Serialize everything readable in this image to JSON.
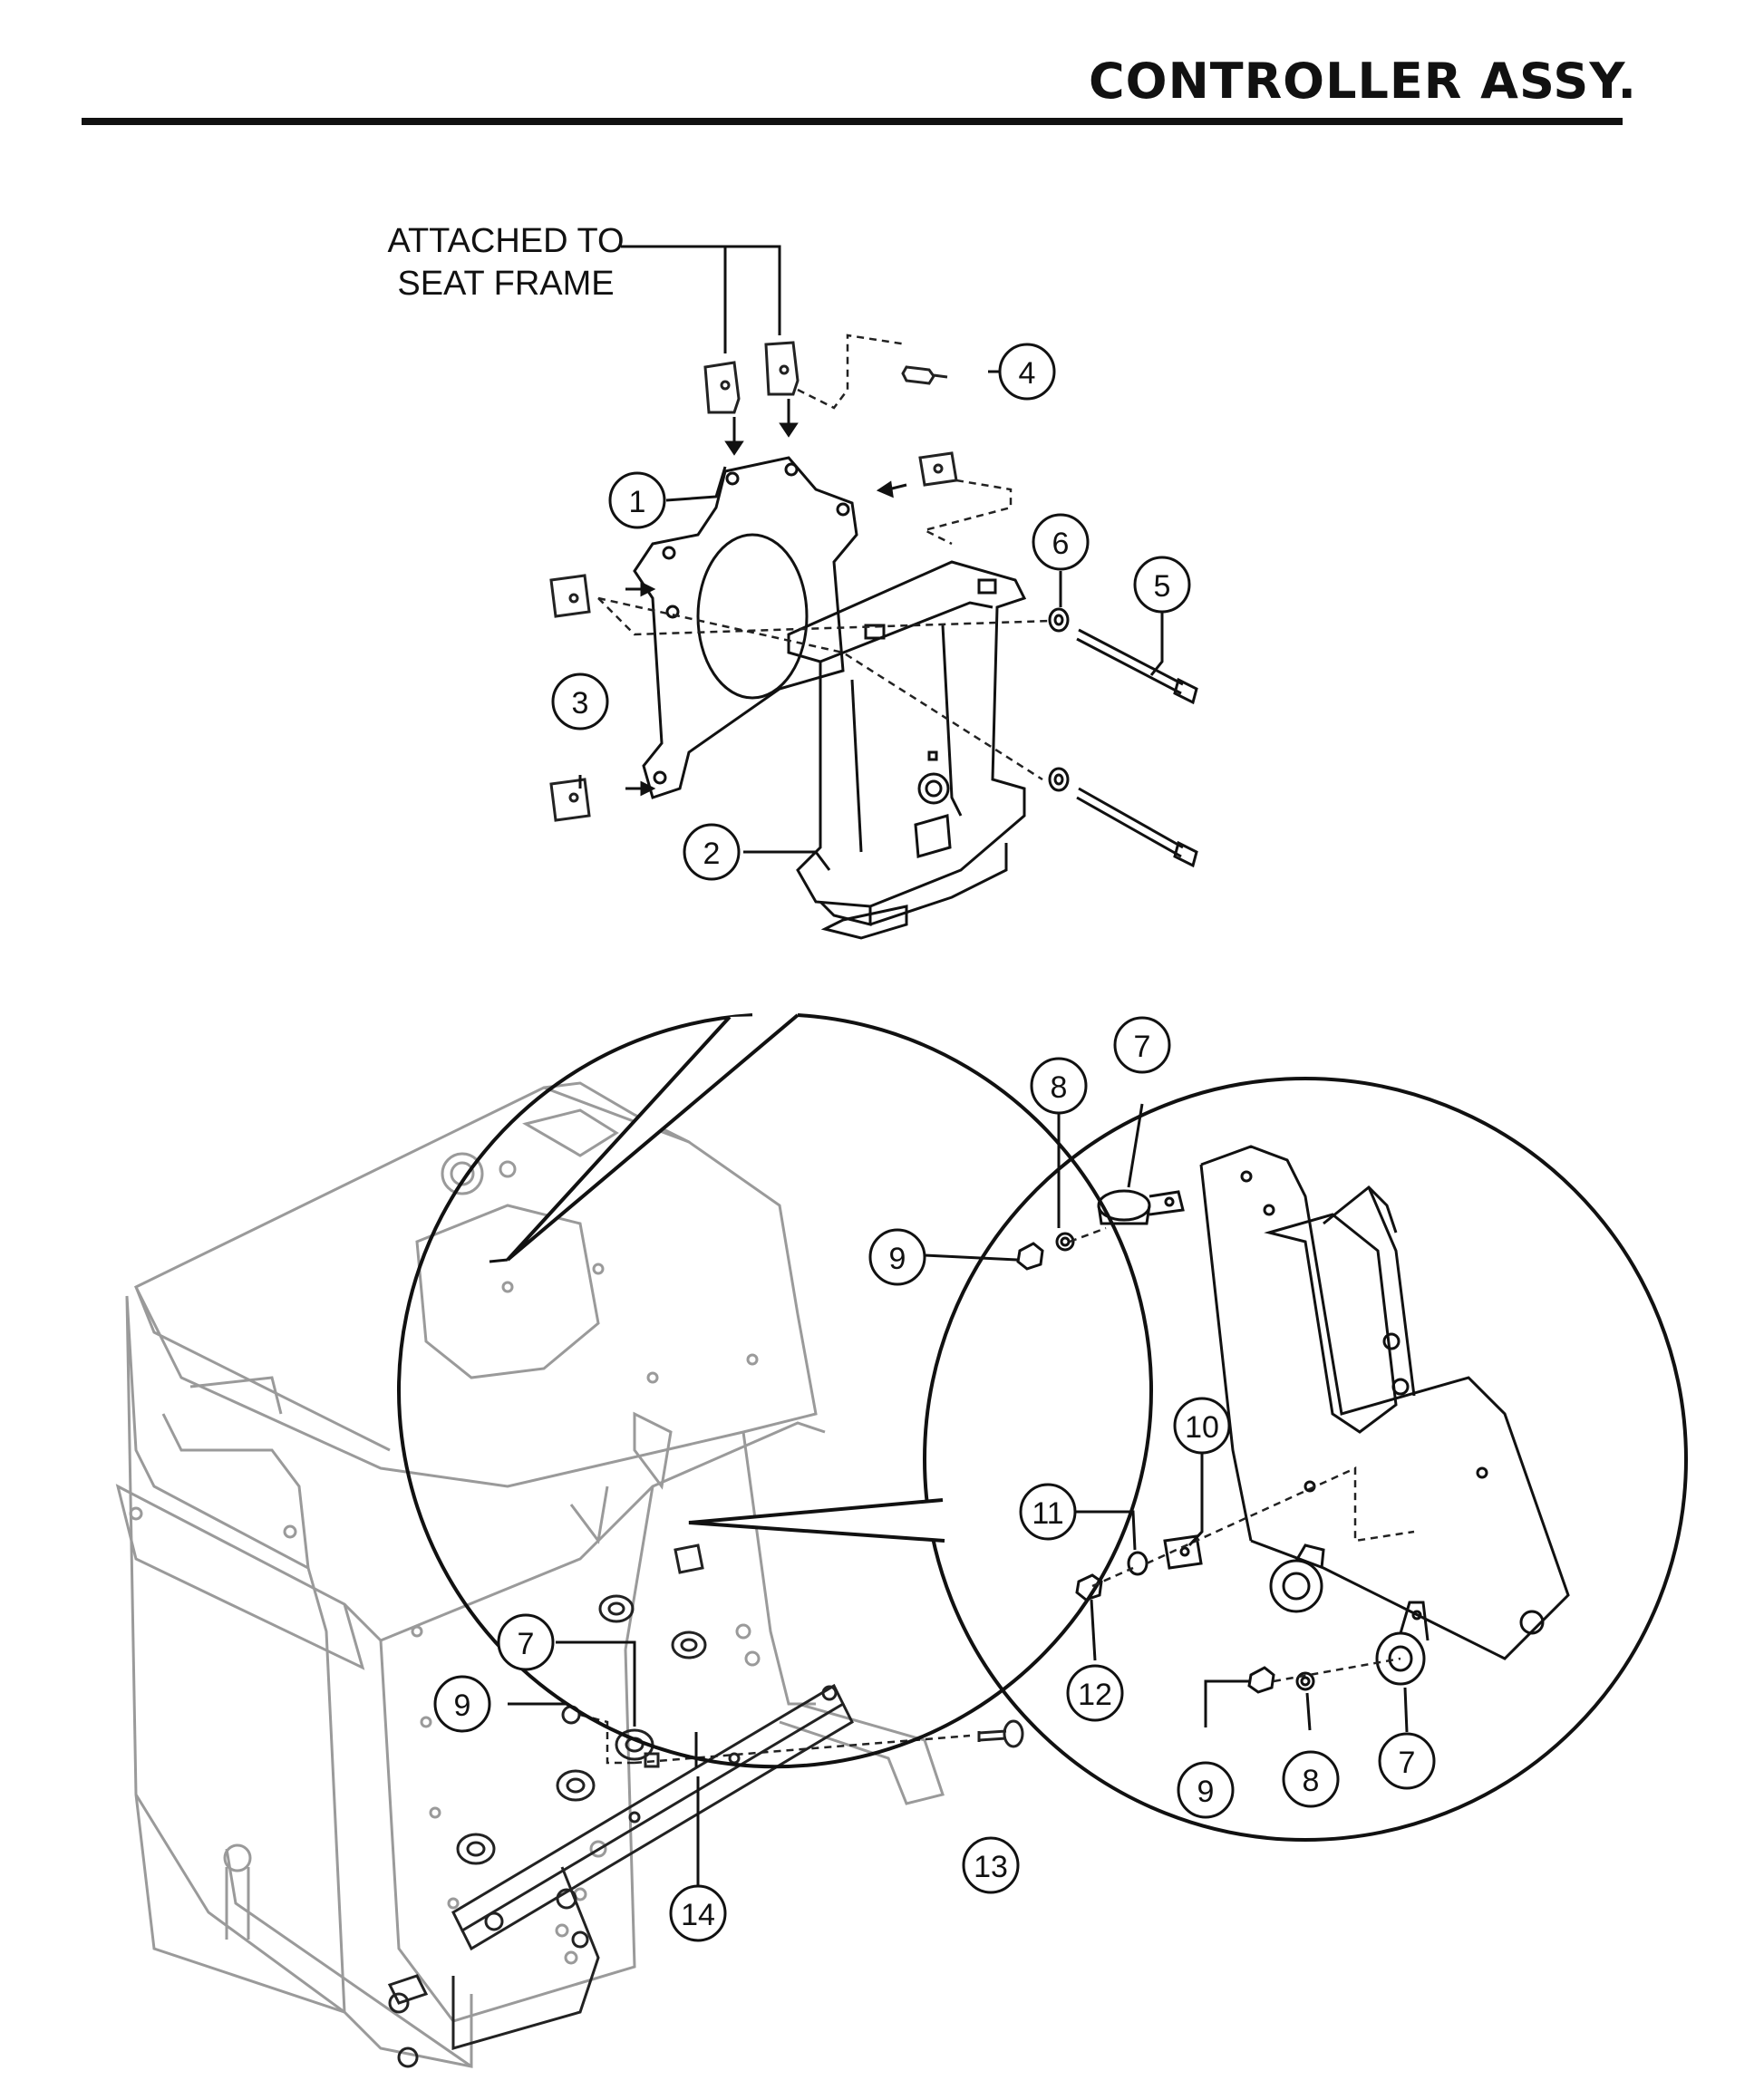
{
  "header": {
    "title": "CONTROLLER ASSY."
  },
  "diagram": {
    "note": {
      "line1": "ATTACHED TO",
      "line2": "SEAT FRAME"
    },
    "callouts": [
      "1",
      "2",
      "3",
      "4",
      "5",
      "6",
      "7",
      "7",
      "7",
      "8",
      "8",
      "9",
      "9",
      "9",
      "10",
      "11",
      "12",
      "13",
      "14"
    ]
  }
}
